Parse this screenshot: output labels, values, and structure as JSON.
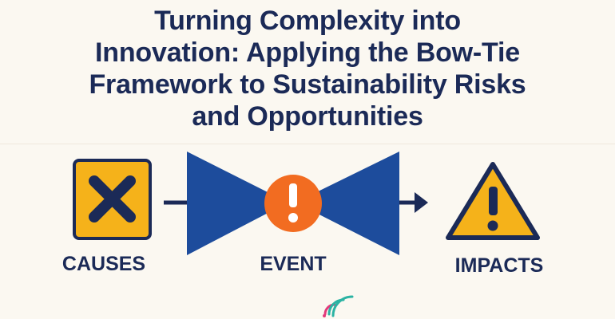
{
  "title_lines": [
    "Turning Complexity into",
    "Innovation: Applying the Bow-Tie",
    "Framework to Sustainability Risks",
    "and Opportunities"
  ],
  "labels": {
    "causes": "CAUSES",
    "event": "EVENT",
    "impacts": "IMPACTS"
  },
  "colors": {
    "navy": "#1b2a57",
    "bowtie_blue": "#1d4c9c",
    "amber": "#f5b21a",
    "orange": "#f26c21",
    "background": "#fbf8f1"
  },
  "icons": {
    "causes": "x-mark-icon",
    "event": "exclamation-icon",
    "impacts": "warning-triangle-icon",
    "logo": "signal-wave-logo-icon"
  }
}
